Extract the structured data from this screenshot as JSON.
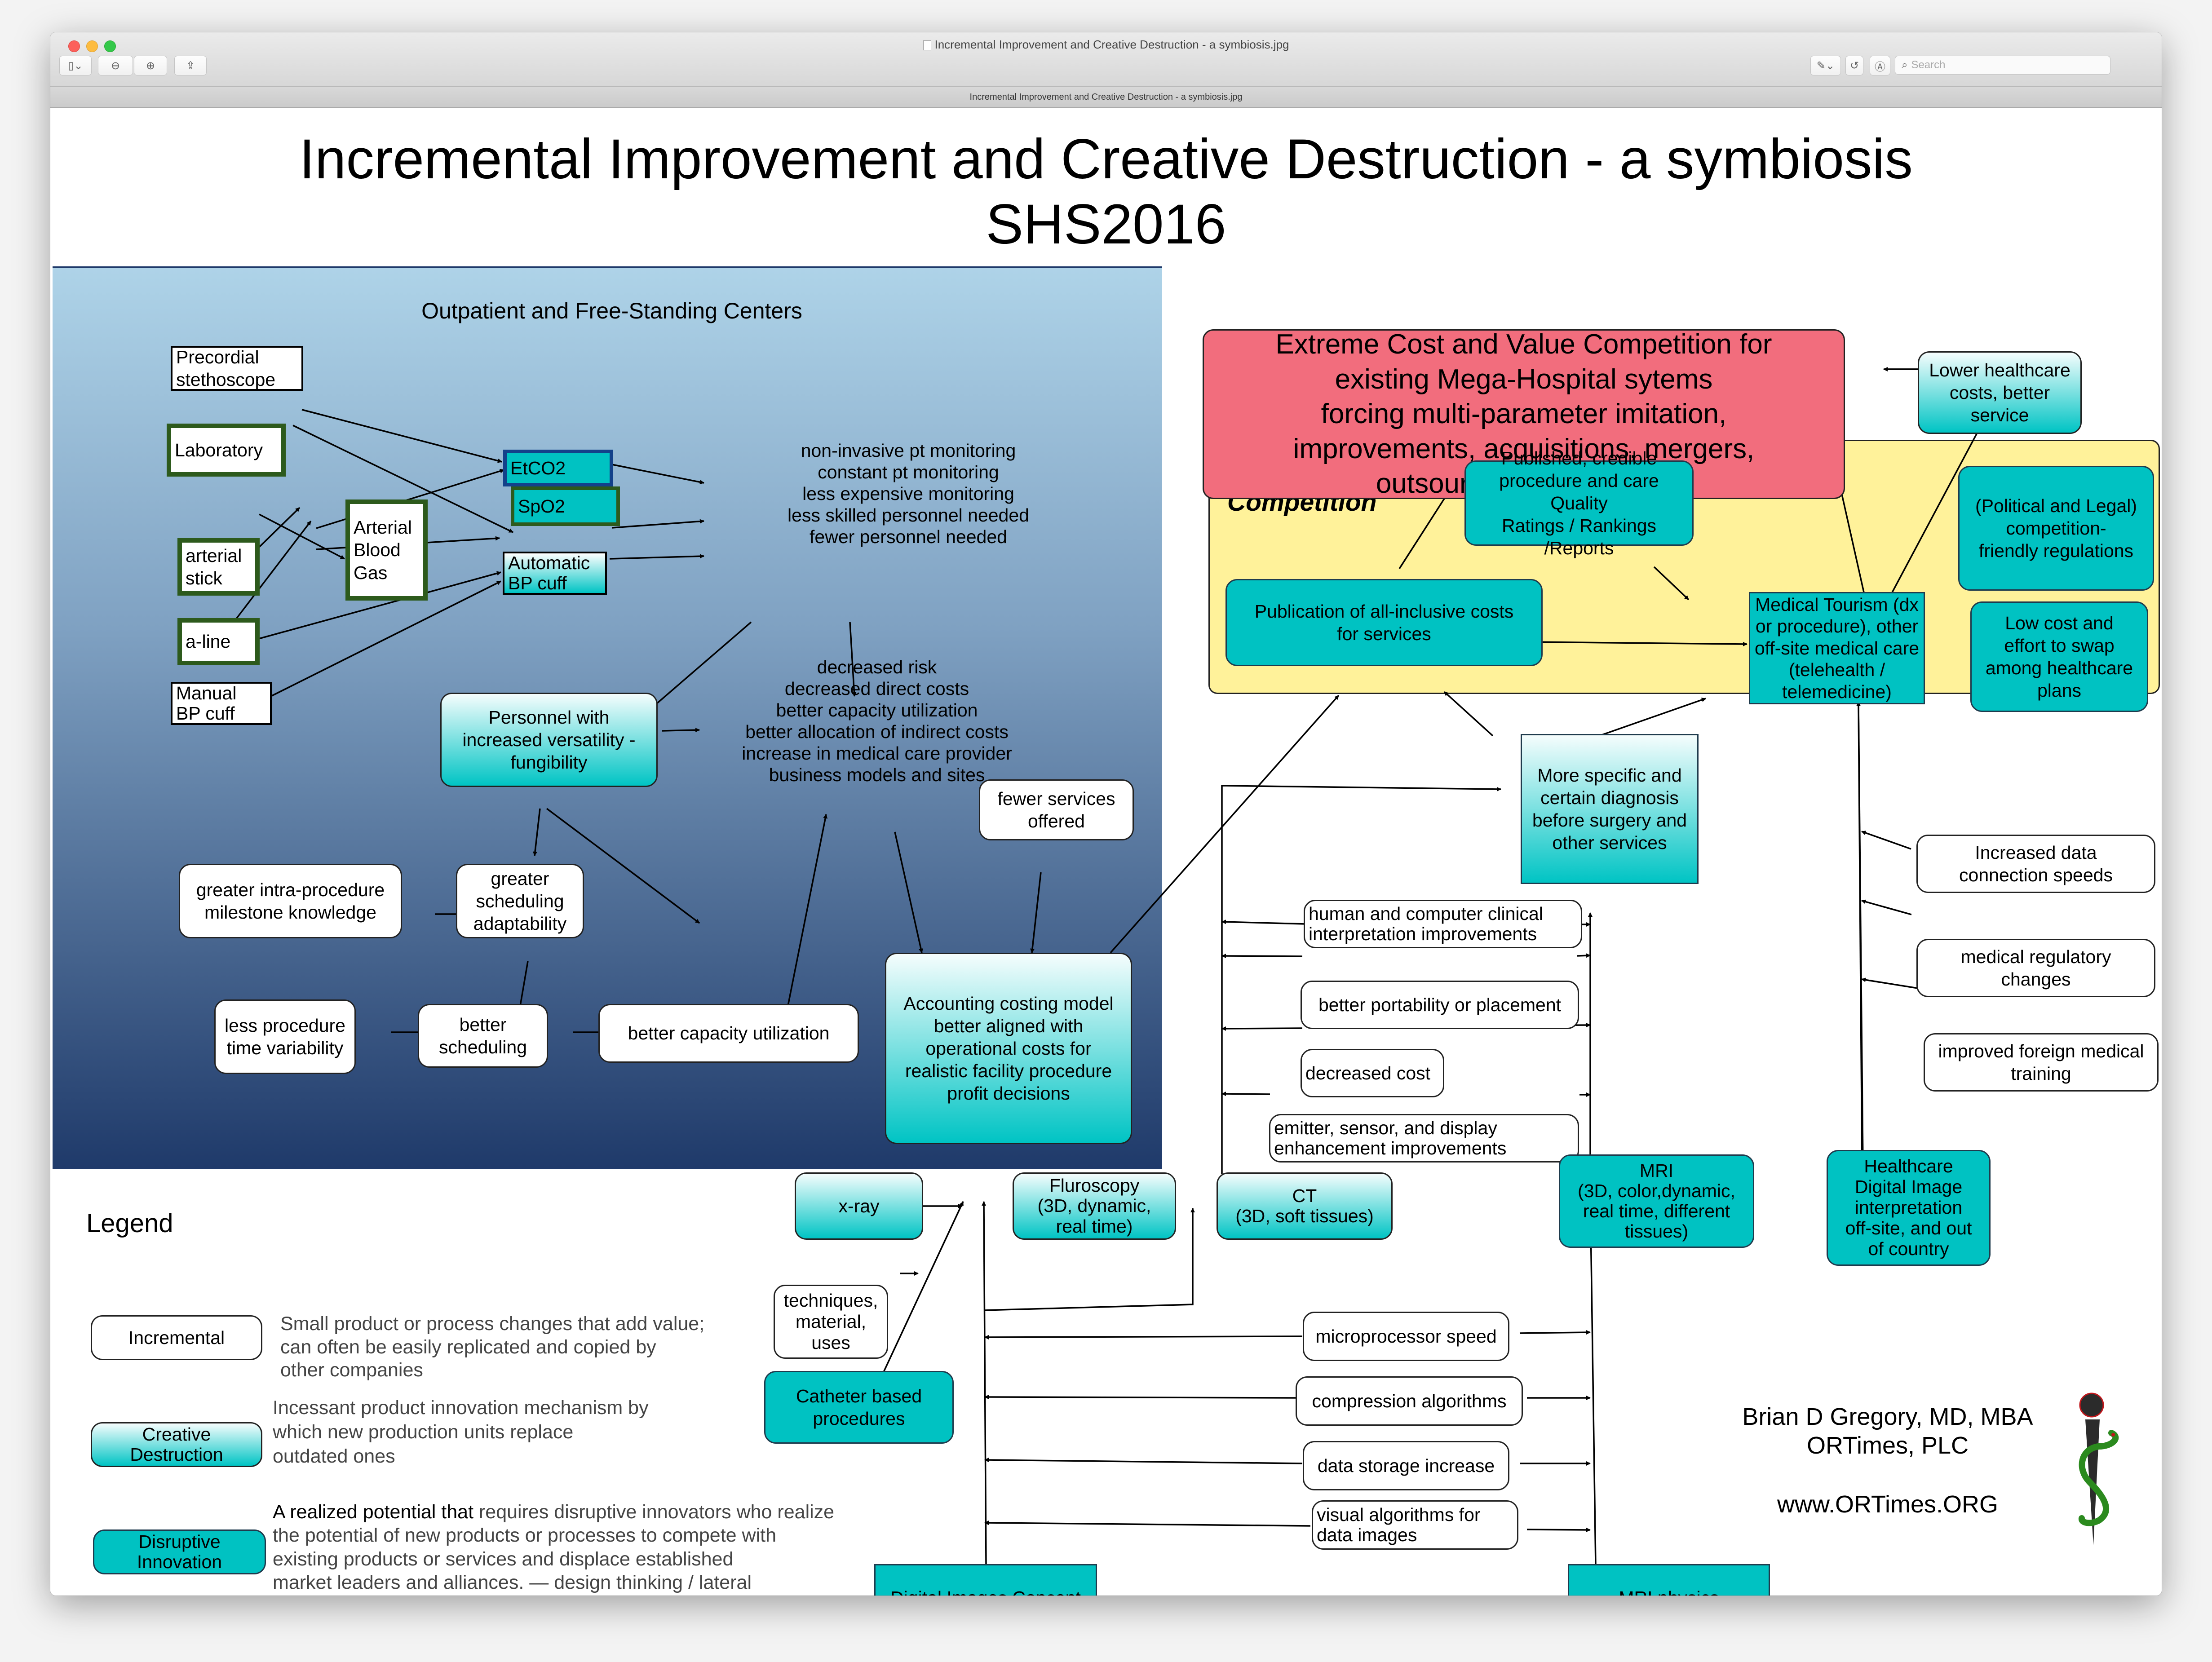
{
  "window": {
    "title": "Incremental Improvement and Creative Destruction - a symbiosis.jpg",
    "subtitle": "Incremental Improvement and Creative Destruction - a symbiosis.jpg",
    "toolbar": {
      "sidebar_icon": "sidebar-toggle-icon",
      "zoom_out_icon": "zoom-out-icon",
      "zoom_in_icon": "zoom-in-icon",
      "share_icon": "share-icon",
      "markup_icon": "highlighter-icon",
      "rotate_icon": "rotate-icon",
      "annotate_icon": "markup-pen-icon",
      "search_placeholder": "Search"
    }
  },
  "diagram": {
    "title": "Incremental Improvement and Creative Destruction - a symbiosis",
    "subtitle": "SHS2016",
    "colors": {
      "teal": "#00c2c2",
      "red_box": "#f26d7d",
      "competition_bg": "#fff29a",
      "outpatient_top": "#aed3e8",
      "outpatient_bottom": "#1f3a6a",
      "green_border": "#2d5a1c"
    },
    "outpatient": {
      "label": "Outpatient and Free-Standing Centers",
      "precordial": "Precordial\nstethoscope",
      "laboratory": "Laboratory",
      "arterial_stick": "arterial\nstick",
      "abg": "Arterial\nBlood\nGas",
      "etco2": "EtCO2",
      "spo2": "SpO2",
      "auto_bp": "Automatic\nBP cuff",
      "aline": "a-line",
      "manual_bp": "Manual\nBP cuff",
      "monitoring_text": "non-invasive pt monitoring\nconstant pt monitoring\nless expensive monitoring\nless skilled personnel needed\nfewer personnel needed",
      "personnel": "Personnel with\nincreased versatility -\nfungibility",
      "benefits_text": "decreased risk\ndecreased direct costs\nbetter capacity utilization\nbetter allocation of indirect costs\nincrease in medical care provider\nbusiness models and sites",
      "fewer_services": "fewer services\noffered",
      "milestone": "greater intra-procedure\nmilestone knowledge",
      "sched_adapt": "greater\nscheduling\nadaptability",
      "less_var": "less procedure\ntime variability",
      "better_sched": "better\nscheduling",
      "capacity": "better capacity utilization",
      "accounting": "Accounting costing model\nbetter aligned with\noperational costs for\nrealistic facility procedure\nprofit decisions"
    },
    "competition": {
      "extreme": "Extreme Cost and Value Competition for\nexisting Mega-Hospital sytems\nforcing multi-parameter imitation,\nimprovements, acquisitions, mergers,\noutsourcing, or closures",
      "lower_costs": "Lower healthcare\ncosts, better service",
      "label": "Competition",
      "published": "Published, credible\nprocedure and care Quality\nRatings / Rankings /Reports",
      "political": "(Political and Legal)\ncompetition-\nfriendly regulations",
      "publication": "Publication of all-inclusive costs\nfor services",
      "tourism": "Medical Tourism (dx\nor procedure), other\noff-site medical care\n(telehealth /\ntelemedicine)",
      "swap": "Low cost and\neffort to swap\namong healthcare\nplans"
    },
    "imaging": {
      "diagnosis": "More specific and\ncertain diagnosis\nbefore surgery and\nother services",
      "data_speed": "Increased data\nconnection speeds",
      "regulatory": "medical regulatory\nchanges",
      "foreign": "improved foreign medical\ntraining",
      "interpretation": "human and computer clinical\ninterpretation improvements",
      "portability": "better portability or placement",
      "decreased_cost": "decreased cost",
      "emitter": "emitter, sensor, and display\nenhancement improvements",
      "xray": "x-ray",
      "fluoroscopy": "Fluroscopy\n(3D, dynamic,\nreal time)",
      "ct": "CT\n(3D, soft tissues)",
      "mri": "MRI\n(3D, color,dynamic,\nreal time, different\ntissues)",
      "digital_interp": "Healthcare\nDigital Image\ninterpretation\noff-site, and out\nof country",
      "techniques": "techniques,\nmaterial,\nuses",
      "catheter": "Catheter based\nprocedures",
      "microprocessor": "microprocessor speed",
      "compression": "compression algorithms",
      "storage": "data storage increase",
      "visual": "visual algorithms for\ndata images",
      "digital_concept": "Digital Images Concept",
      "mri_physics": "MRI physics"
    },
    "legend": {
      "title": "Legend",
      "incremental": "Incremental",
      "incremental_desc": "Small product or process changes that add value;\ncan often be easily replicated and copied  by\nother companies",
      "creative": "Creative\nDestruction",
      "creative_desc": "Incessant product innovation mechanism by\n      which new production units replace\n      outdated ones",
      "disruptive": "Disruptive\nInnovation",
      "disruptive_lead": "A  realized potential that",
      "disruptive_desc": " requires disruptive innovators who realize\n      the potential of new products or processes to compete with\n      existing products or services  and displace established\n      market leaders and alliances. — design thinking / lateral\n      thinking / visionary / operator / intuitive / integrative"
    },
    "author": {
      "name": "Brian D Gregory, MD, MBA",
      "company": "ORTimes, PLC",
      "url": "www.ORTimes.ORG",
      "logo_icon": "rod-of-asclepius-icon"
    }
  }
}
